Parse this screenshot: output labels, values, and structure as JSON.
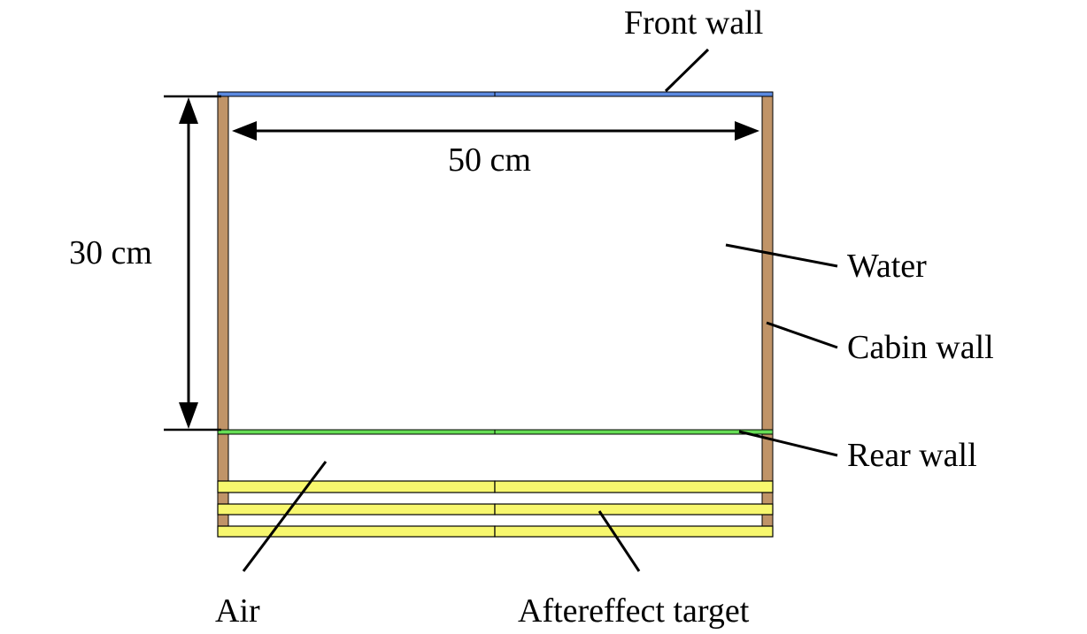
{
  "labels": {
    "front_wall": "Front wall",
    "width": "50 cm",
    "height": "30 cm",
    "water": "Water",
    "cabin_wall": "Cabin wall",
    "rear_wall": "Rear wall",
    "air": "Air",
    "aftereffect_target": "Aftereffect target"
  },
  "colors": {
    "front_wall": "#5b8ae0",
    "cabin_wall": "#c09468",
    "rear_wall": "#66dd55",
    "aftereffect_target": "#f7f76e"
  }
}
